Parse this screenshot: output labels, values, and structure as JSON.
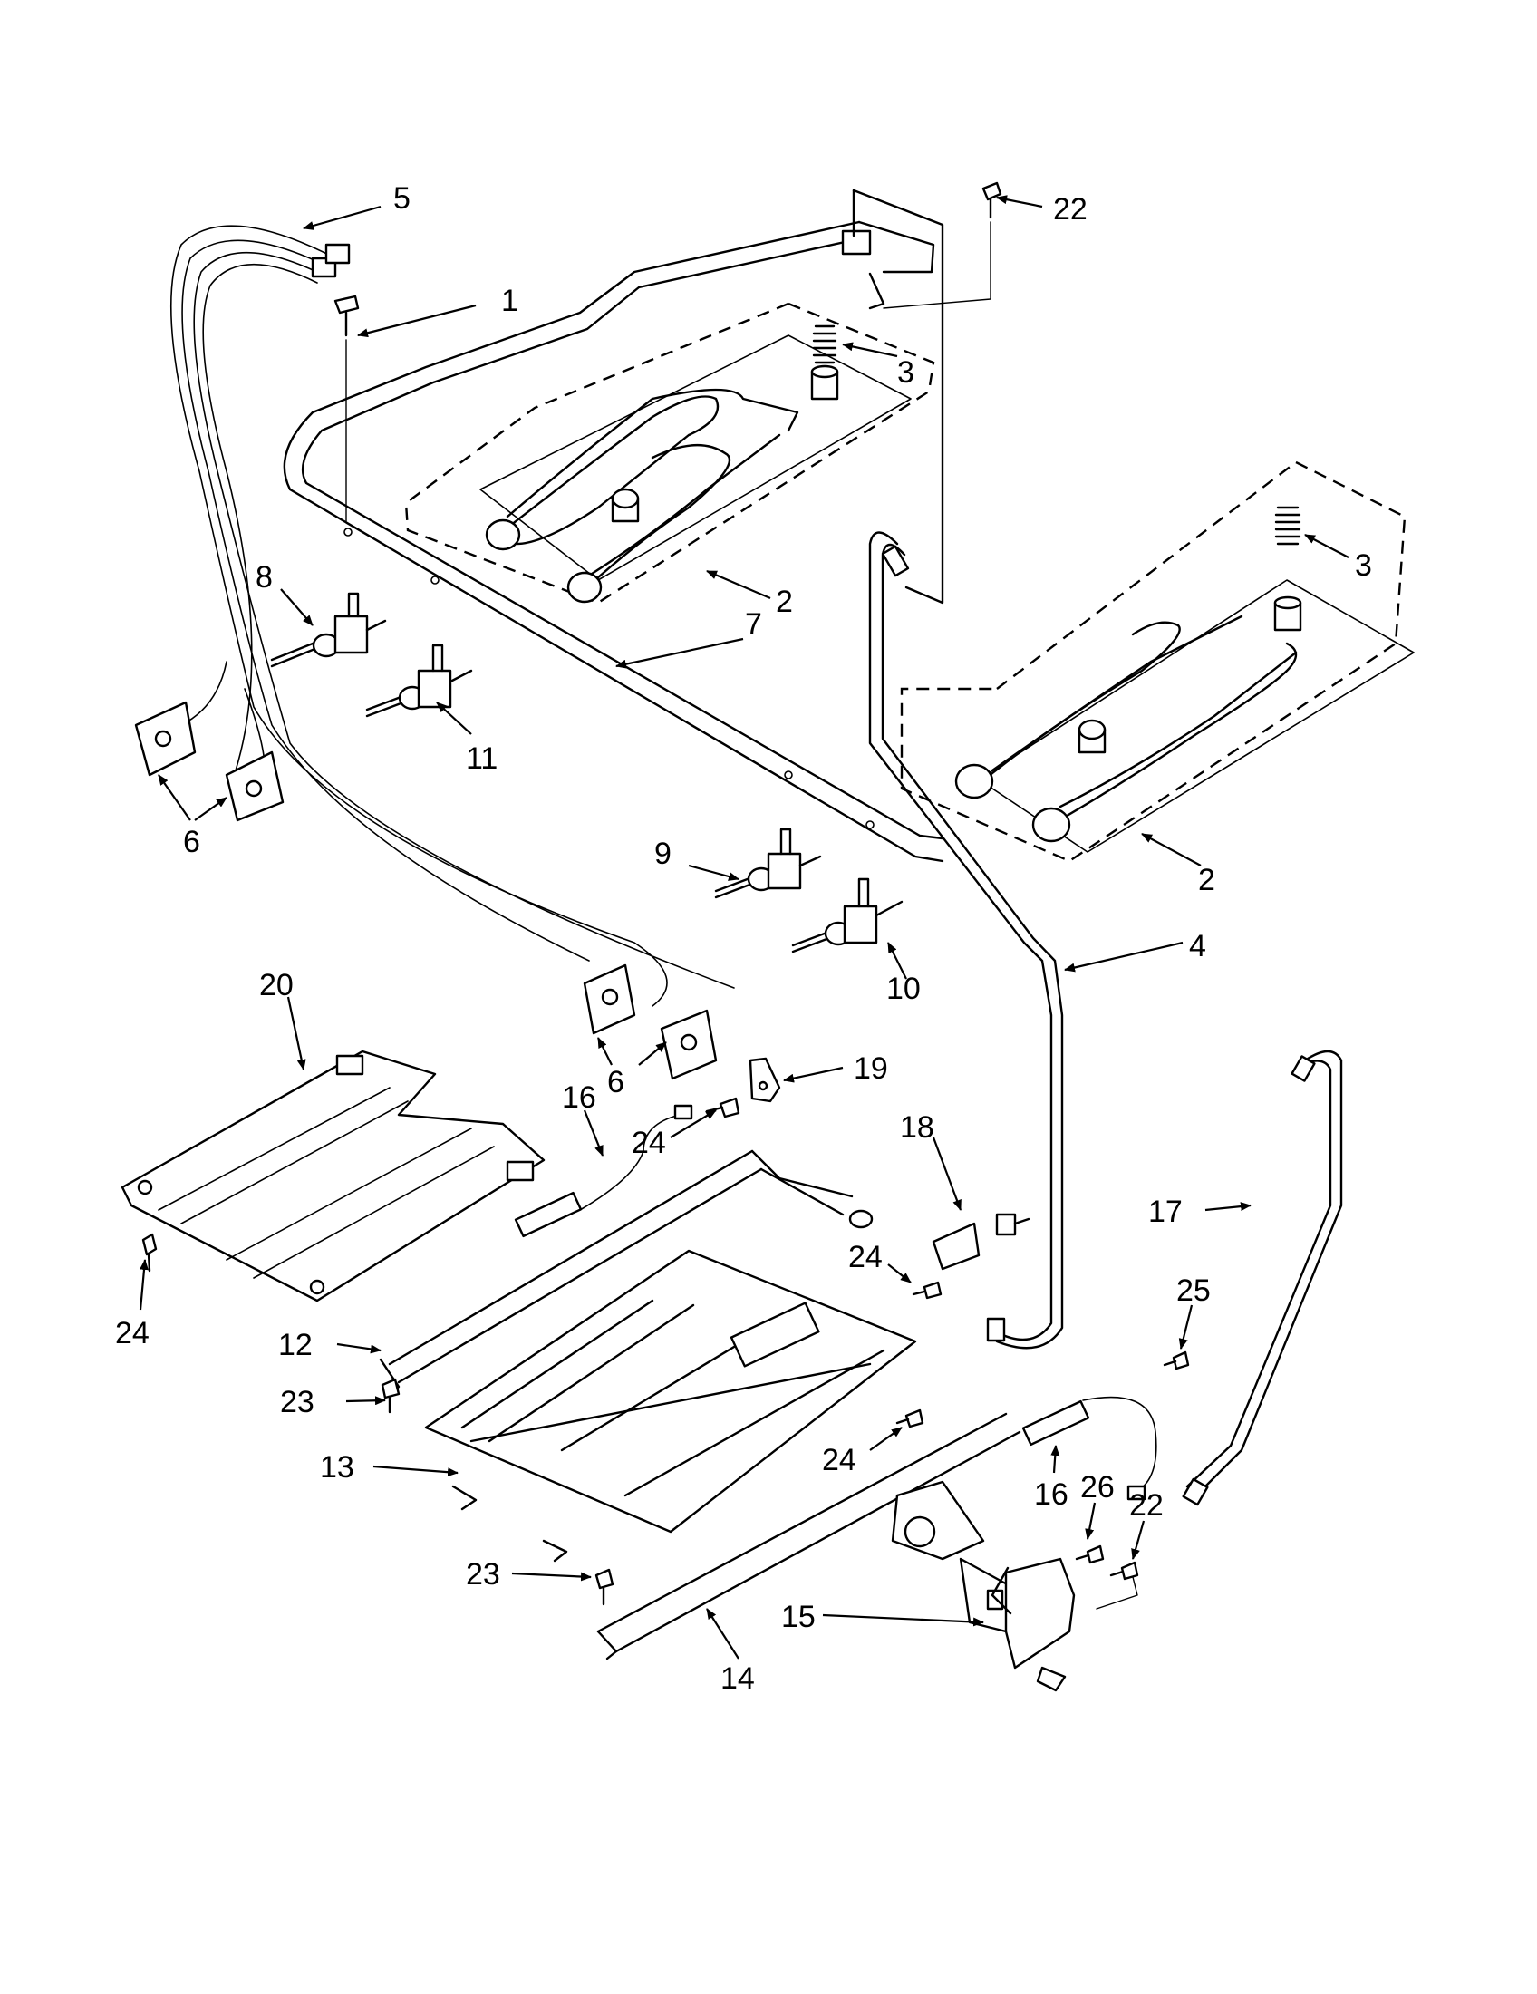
{
  "diagram": {
    "callouts": {
      "c1": "1",
      "c2a": "2",
      "c2b": "2",
      "c3a": "3",
      "c3b": "3",
      "c4": "4",
      "c5": "5",
      "c6a": "6",
      "c6b": "6",
      "c7": "7",
      "c8": "8",
      "c9": "9",
      "c10": "10",
      "c11": "11",
      "c12": "12",
      "c13": "13",
      "c14": "14",
      "c15": "15",
      "c16a": "16",
      "c16b": "16",
      "c17": "17",
      "c18": "18",
      "c19": "19",
      "c20": "20",
      "c22a": "22",
      "c22b": "22",
      "c23a": "23",
      "c23b": "23",
      "c24a": "24",
      "c24b": "24",
      "c24c": "24",
      "c24d": "24",
      "c25": "25",
      "c26": "26"
    }
  }
}
